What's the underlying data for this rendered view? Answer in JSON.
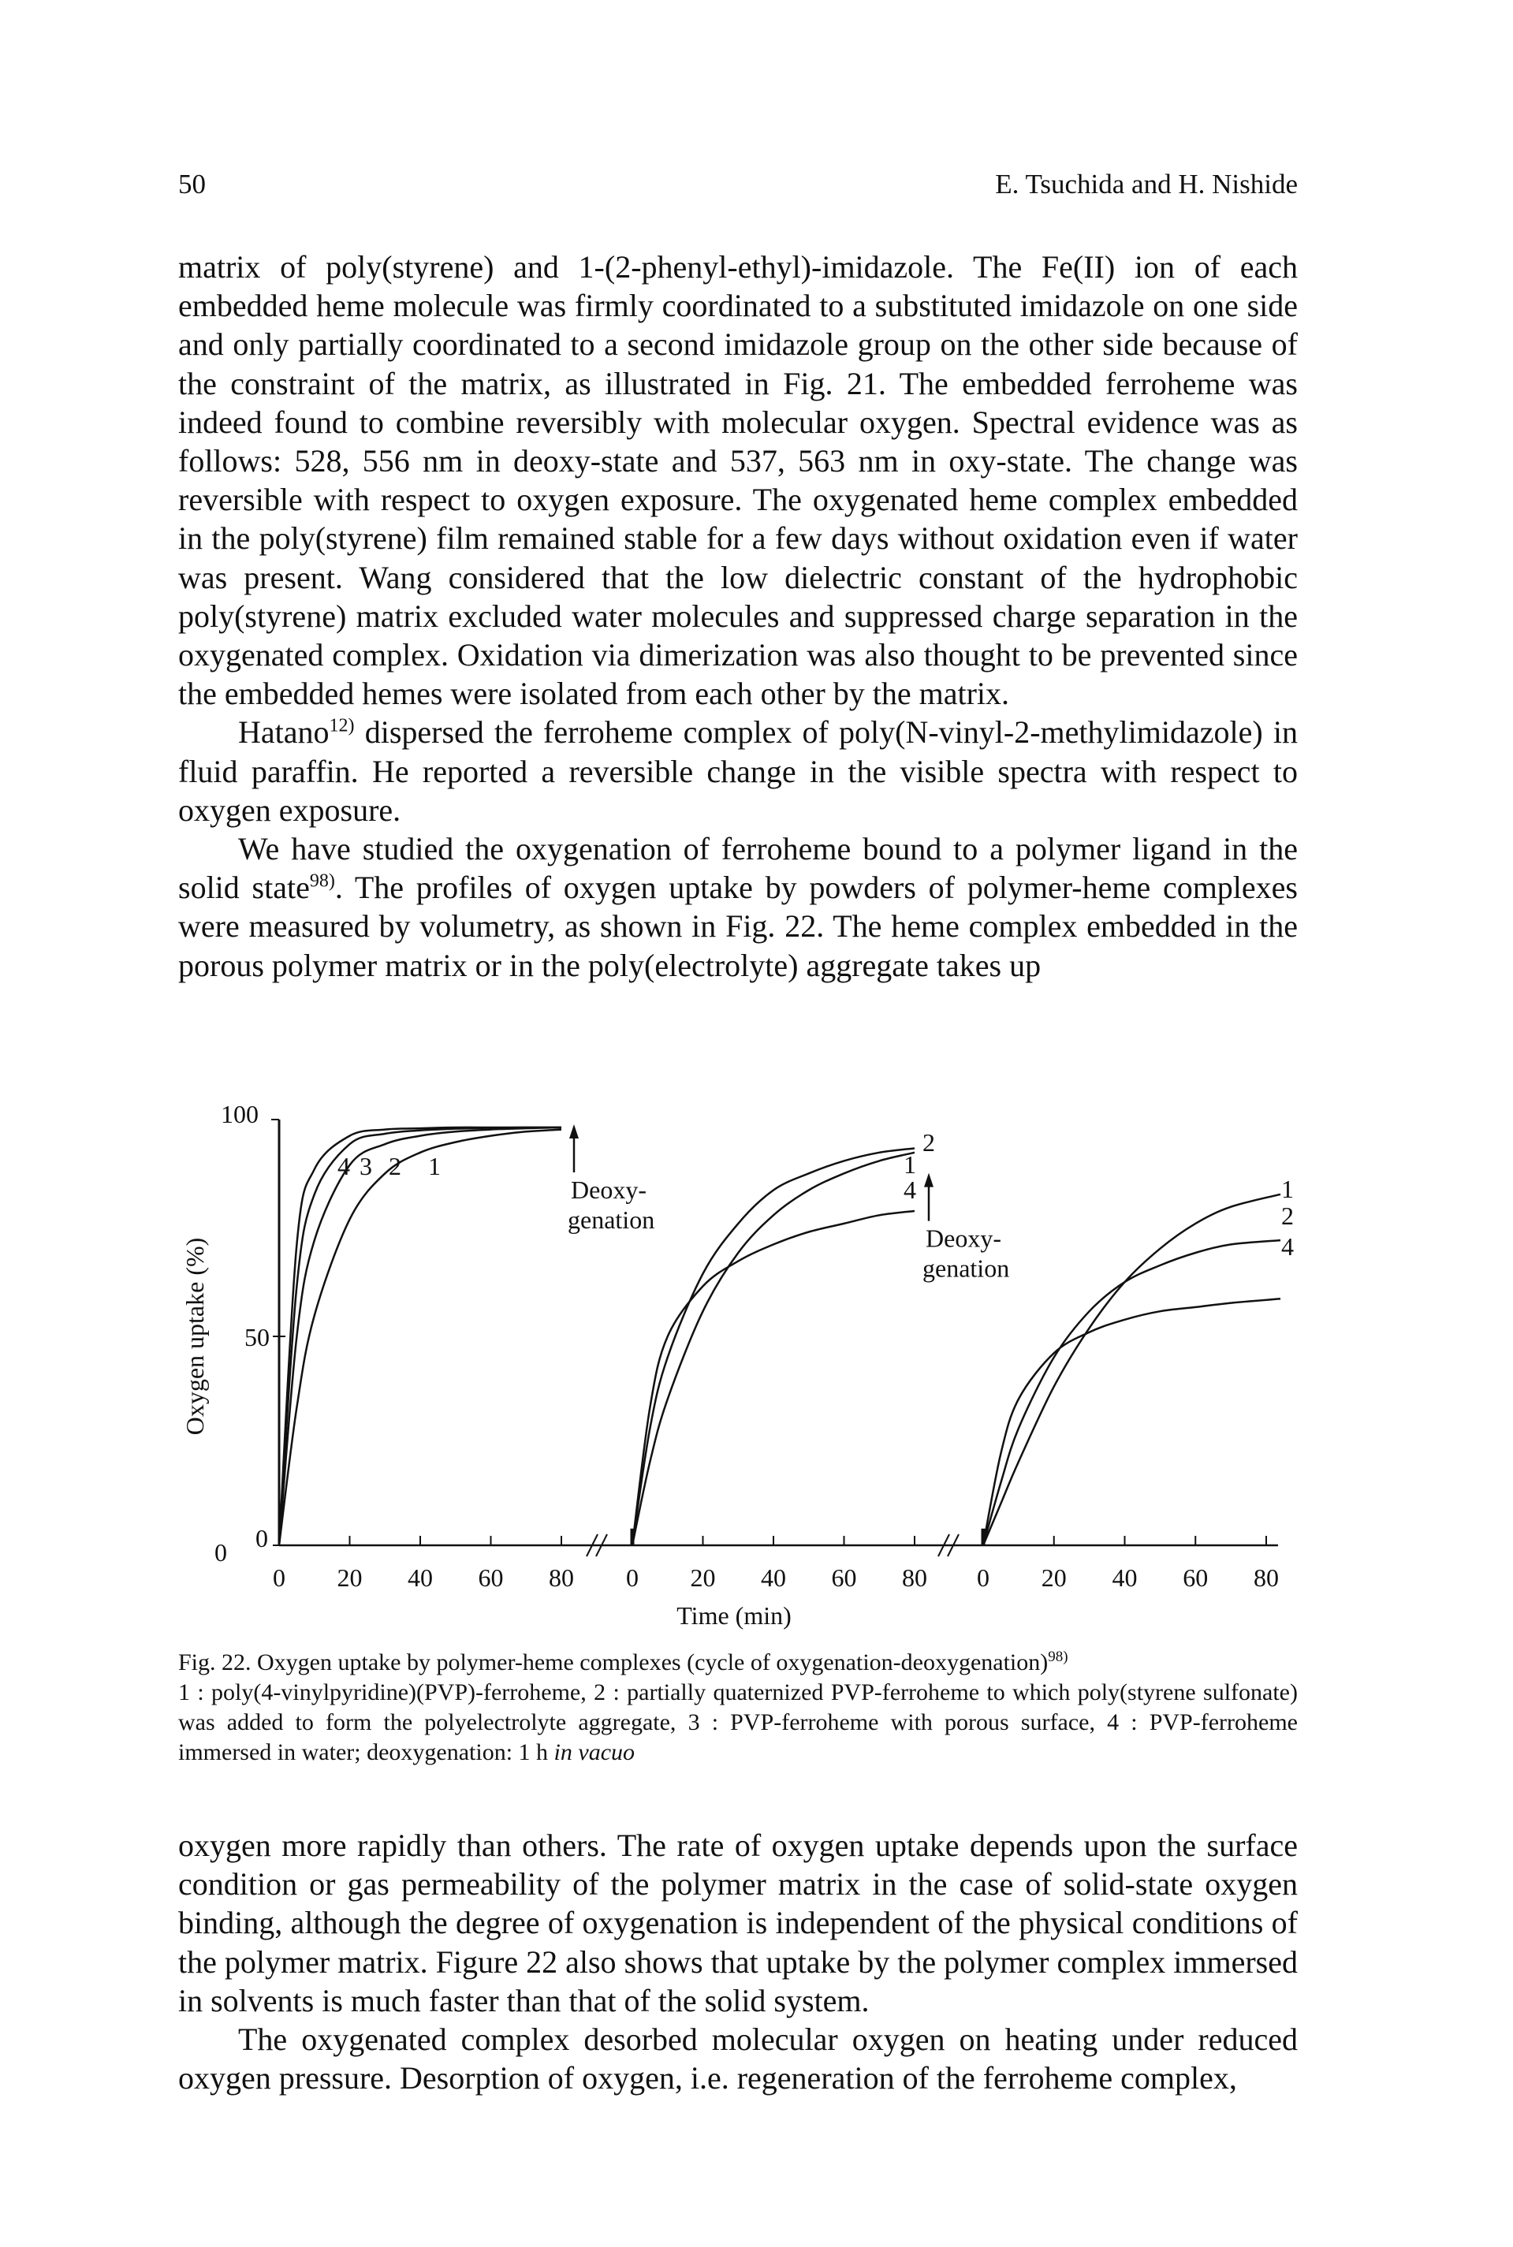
{
  "header": {
    "page_number": "50",
    "authors": "E. Tsuchida and H. Nishide"
  },
  "text_top": {
    "p1": "matrix of poly(styrene) and 1-(2-phenyl-ethyl)-imidazole. The Fe(II) ion of each embedded heme molecule was firmly coordinated to a substituted imidazole on one side and only partially coordinated to a second imidazole group on the other side because of the constraint of the matrix, as illustrated in Fig. 21. The embedded ferroheme was indeed found to combine reversibly with molecular oxygen. Spectral evidence was as follows: 528, 556 nm in deoxy-state and 537, 563 nm in oxy-state. The change was reversible with respect to oxygen exposure. The oxygenated heme complex embedded in the poly(styrene) film remained stable for a few days without oxidation even if water was present. Wang considered that the low dielectric constant of the hydrophobic poly(styrene) matrix excluded water molecules and suppressed charge separation in the oxygenated complex. Oxidation via dimerization was also thought to be prevented since the embedded hemes were isolated from each other by the matrix.",
    "p2_a": "Hatano",
    "p2_ref": "12)",
    "p2_b": " dispersed the ferroheme complex of poly(N-vinyl-2-methylimidazole) in fluid paraffin. He reported a reversible change in the visible spectra with respect to oxygen exposure.",
    "p3_a": "We have studied the oxygenation of ferroheme bound to a polymer ligand in the solid state",
    "p3_ref": "98)",
    "p3_b": ". The profiles of oxygen uptake by powders of polymer-heme complexes were measured by volumetry, as shown in Fig. 22. The heme complex embedded in the porous polymer matrix or in the poly(electrolyte) aggregate takes up"
  },
  "chart_data": {
    "type": "line",
    "title": "",
    "xlabel": "Time (min)",
    "ylabel": "Oxygen uptake (%)",
    "ylim": [
      0,
      100
    ],
    "ytick_labels": [
      "0",
      "50",
      "100"
    ],
    "x_tick_labels": [
      "0",
      "20",
      "40",
      "60",
      "80"
    ],
    "panels": [
      {
        "xlim": [
          0,
          80
        ],
        "annotation": {
          "line1": "Deoxy-",
          "line2": "genation"
        },
        "series": [
          {
            "name": "1",
            "x": [
              0,
              5,
              10,
              20,
              30,
              40,
              50,
              60,
              70,
              80
            ],
            "y": [
              0,
              33,
              55,
              78,
              89,
              94,
              96.5,
              98,
              99,
              99.5
            ]
          },
          {
            "name": "2",
            "x": [
              0,
              5,
              10,
              20,
              30,
              40,
              50,
              60,
              70,
              80
            ],
            "y": [
              0,
              50,
              73,
              91,
              96,
              98,
              99,
              99.5,
              99.8,
              100
            ]
          },
          {
            "name": "3",
            "x": [
              0,
              5,
              10,
              20,
              30,
              40,
              50,
              60,
              70,
              80
            ],
            "y": [
              0,
              62,
              84,
              96,
              98.5,
              99.3,
              99.7,
              99.9,
              100,
              100
            ]
          },
          {
            "name": "4",
            "x": [
              0,
              5,
              10,
              20,
              30,
              40,
              50,
              60,
              70,
              80
            ],
            "y": [
              0,
              72,
              90,
              98,
              99.5,
              99.8,
              100,
              100,
              100,
              100
            ]
          }
        ]
      },
      {
        "xlim": [
          0,
          80
        ],
        "annotation": {
          "line1": "Deoxy-",
          "line2": "genation"
        },
        "series": [
          {
            "name": "1",
            "x": [
              0,
              5,
              10,
              20,
              30,
              40,
              50,
              60,
              70,
              80
            ],
            "y": [
              0,
              20,
              35,
              56,
              70,
              79,
              85,
              89,
              92,
              94
            ]
          },
          {
            "name": "2",
            "x": [
              0,
              5,
              10,
              20,
              30,
              40,
              50,
              60,
              70,
              80
            ],
            "y": [
              0,
              28,
              45,
              65,
              77,
              85,
              89,
              92,
              94,
              95
            ]
          },
          {
            "name": "4",
            "x": [
              0,
              5,
              10,
              20,
              30,
              40,
              50,
              60,
              70,
              80
            ],
            "y": [
              0,
              33,
              50,
              62,
              68,
              72,
              75,
              77,
              79,
              80
            ]
          }
        ]
      },
      {
        "xlim": [
          0,
          80
        ],
        "series": [
          {
            "name": "1",
            "x": [
              0,
              5,
              10,
              20,
              30,
              40,
              50,
              60,
              70,
              80
            ],
            "y": [
              0,
              10,
              20,
              38,
              52,
              63,
              71,
              77,
              81,
              84
            ]
          },
          {
            "name": "2",
            "x": [
              0,
              5,
              10,
              20,
              30,
              40,
              50,
              60,
              70,
              80
            ],
            "y": [
              0,
              15,
              28,
              45,
              56,
              63,
              67,
              70,
              72,
              73
            ]
          },
          {
            "name": "4",
            "x": [
              0,
              5,
              10,
              20,
              30,
              40,
              50,
              60,
              70,
              80
            ],
            "y": [
              0,
              22,
              35,
              46,
              51,
              54,
              56,
              57,
              58,
              59
            ]
          }
        ]
      }
    ]
  },
  "caption": {
    "lead": "Fig. 22. Oxygen uptake by polymer-heme complexes (cycle of oxygenation-deoxygenation)",
    "ref": "98)",
    "body": "1 : poly(4-vinylpyridine)(PVP)-ferroheme, 2 : partially quaternized PVP-ferroheme to which poly(styrene sulfonate) was added to form the polyelectrolyte aggregate, 3 : PVP-ferroheme with porous surface, 4 : PVP-ferroheme immersed in water; deoxygenation: 1 h ",
    "italic": "in vacuo"
  },
  "text_bottom": {
    "p1": "oxygen more rapidly than others. The rate of oxygen uptake depends upon the surface condition or gas permeability of the polymer matrix in the case of solid-state oxygen binding, although the degree of oxygenation is independent of the physical conditions of the polymer matrix. Figure 22 also shows that uptake by the polymer complex immersed in solvents is much faster than that of the solid system.",
    "p2": "The oxygenated complex desorbed molecular oxygen on heating under reduced oxygen pressure. Desorption of oxygen, i.e. regeneration of the ferroheme complex,"
  }
}
